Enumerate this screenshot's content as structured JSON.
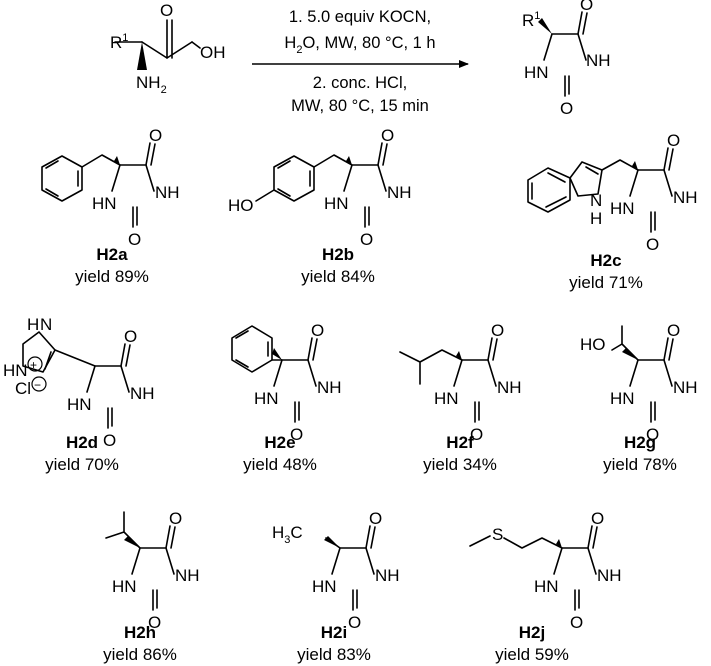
{
  "reaction": {
    "reactant": {
      "r": "R",
      "r_sup": "1",
      "oh": "OH",
      "o": "O",
      "nh2": "NH",
      "nh2_sub": "2"
    },
    "conditions": {
      "step1_line1": "1. 5.0 equiv KOCN,",
      "step1_line2_pre": "H",
      "step1_line2_sub": "2",
      "step1_line2_post": "O, MW, 80 °C, 1 h",
      "step2_line1": "2. conc. HCl,",
      "step2_line2": "MW, 80 °C, 15 min"
    },
    "product": {
      "r": "R",
      "r_sup": "1"
    }
  },
  "hydantoin_atoms": {
    "o": "O",
    "nh": "NH",
    "hn": "HN"
  },
  "extra_atoms": {
    "ho": "HO",
    "h": "H",
    "n": "N",
    "hn": "HN",
    "plus": "+",
    "cl": "Cl",
    "minus": "−",
    "h3c_pre": "H",
    "h3c_sub": "3",
    "h3c_post": "C",
    "s": "S"
  },
  "compounds": [
    {
      "name": "H2a",
      "yield": "yield 89%"
    },
    {
      "name": "H2b",
      "yield": "yield 84%"
    },
    {
      "name": "H2c",
      "yield": "yield 71%"
    },
    {
      "name": "H2d",
      "yield": "yield 70%"
    },
    {
      "name": "H2e",
      "yield": "yield 48%"
    },
    {
      "name": "H2f",
      "yield": "yield 34%"
    },
    {
      "name": "H2g",
      "yield": "yield 78%"
    },
    {
      "name": "H2h",
      "yield": "yield 86%"
    },
    {
      "name": "H2i",
      "yield": "yield 83%"
    },
    {
      "name": "H2j",
      "yield": "yield 59%"
    }
  ]
}
